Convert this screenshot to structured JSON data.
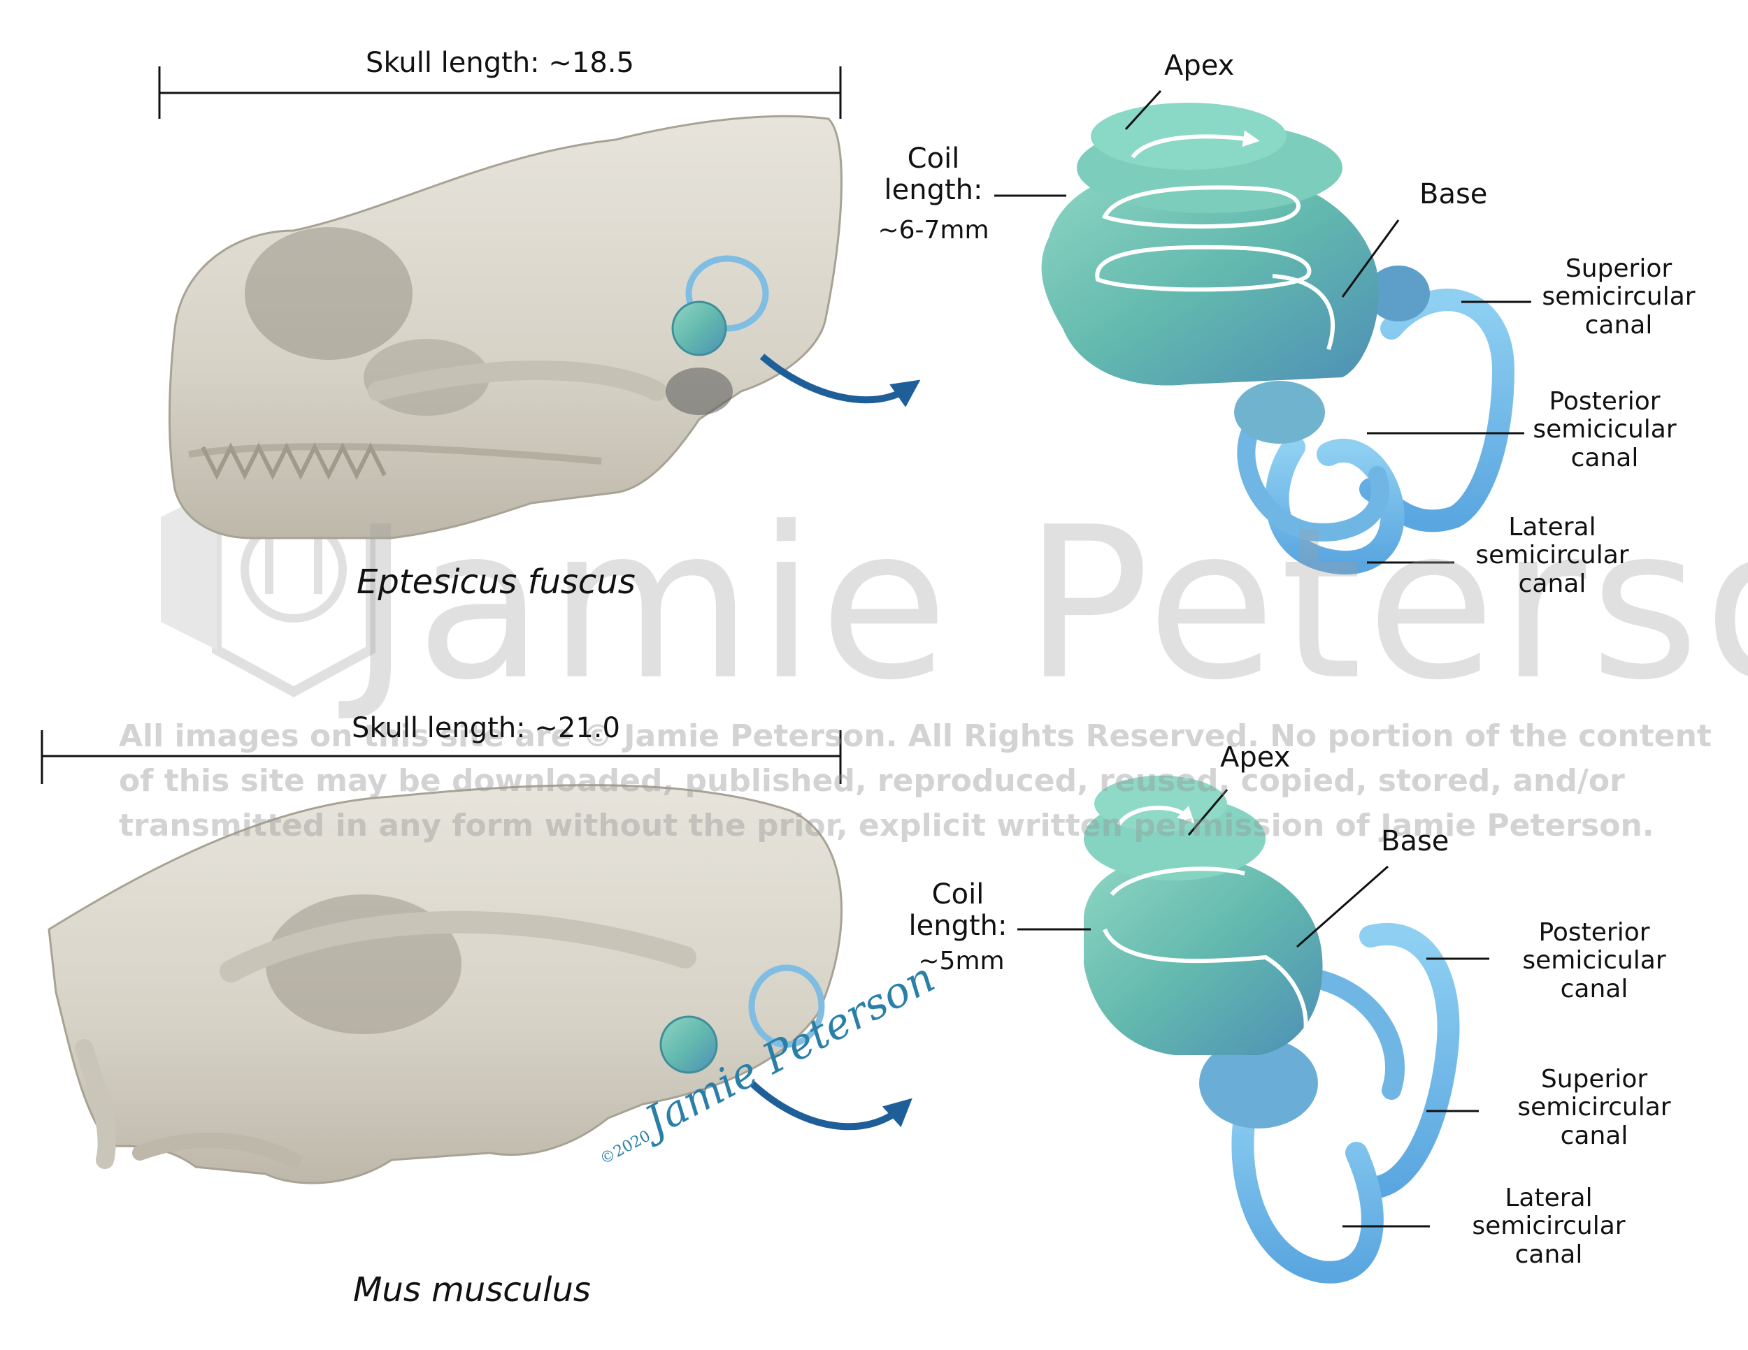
{
  "top": {
    "skull_length": "Skull length: ~18.5",
    "species": "Eptesicus fuscus",
    "apex": "Apex",
    "coil_length": "Coil\nlength:",
    "coil_value": "~6-7mm",
    "base": "Base",
    "superior": "Superior\nsemicircular\ncanal",
    "posterior": "Posterior\nsemicicular\ncanal",
    "lateral": "Lateral\nsemicircular\ncanal"
  },
  "bottom": {
    "skull_length": "Skull length: ~21.0",
    "species": "Mus musculus",
    "apex": "Apex",
    "base": "Base",
    "coil_length": "Coil\nlength:",
    "coil_value": "~5mm",
    "posterior": "Posterior\nsemicicular\ncanal",
    "superior": "Superior\nsemicircular\ncanal",
    "lateral": "Lateral\nsemicircular\ncanal"
  },
  "watermark": {
    "name": "Jamie Peterson",
    "line1": "All images on this site are © Jamie Peterson. All Rights Reserved. No portion of the content",
    "line2": "of this site may be downloaded, published, reproduced, reused, copied, stored, and/or",
    "line3": "transmitted in any form without the prior, explicit written permission of Jamie Peterson."
  },
  "signature": {
    "year": "©2020",
    "name": "Jamie Peterson"
  },
  "colors": {
    "bone": "#d9d6cc",
    "bone_shadow": "#b9b5a8",
    "cochlea_teal": "#6fc2b2",
    "canal_blue": "#7cc0ec",
    "arrow_blue": "#1f5f99"
  }
}
